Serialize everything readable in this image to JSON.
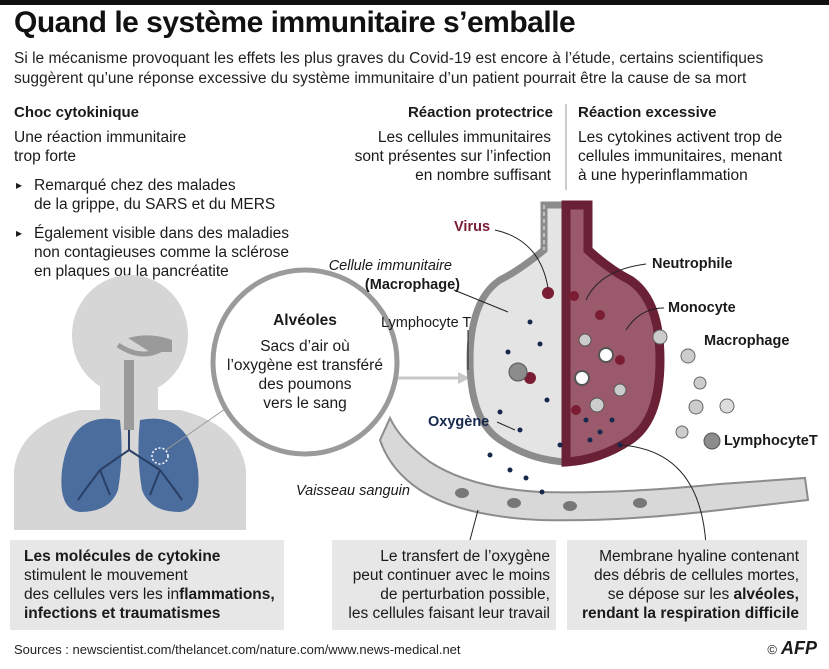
{
  "title": "Quand le système immunitaire s’emballe",
  "subtitle": {
    "line1": "Si le mécanisme provoquant les effets les plus graves du Covid-19 est encore à l’étude, certains scientifiques",
    "line2": "suggèrent qu’une réponse excessive du système immunitaire d’un patient pourrait être la cause de sa mort"
  },
  "left": {
    "heading": "Choc cytokinique",
    "text": [
      "Une réaction immunitaire",
      "trop forte"
    ],
    "bullet1": [
      "Remarqué chez des malades",
      "de la grippe, du SARS et du MERS"
    ],
    "bullet2": [
      "Également visible dans des maladies",
      "non contagieuses comme la sclérose",
      "en plaques ou la pancréatite"
    ]
  },
  "protective": {
    "heading": "Réaction protectrice",
    "text": [
      "Les cellules immunitaires",
      "sont présentes sur l’infection",
      "en nombre suffisant"
    ]
  },
  "excessive": {
    "heading": "Réaction excessive",
    "text": [
      "Les cytokines activent trop de",
      "cellules immunitaires, menant",
      "à une hyperinflammation"
    ]
  },
  "alveoles": {
    "heading": "Alvéoles",
    "text": [
      "Sacs d’air où",
      "l’oxygène est transféré",
      "des poumons",
      "vers le sang"
    ]
  },
  "labels": {
    "virus": "Virus",
    "cellule": "Cellule immunitaire",
    "macrophage_paren": "(Macrophage)",
    "lymphocyte_t": "Lymphocyte T",
    "oxygene": "Oxygène",
    "vaisseau": "Vaisseau sanguin",
    "neutrophile": "Neutrophile",
    "monocyte": "Monocyte",
    "macrophage": "Macrophage",
    "lymphocyteT": "LymphocyteT"
  },
  "box1": {
    "l1": "Les molécules de cytokine",
    "l2": "stimulent le mouvement",
    "l3a": "des cellules vers les in",
    "l3b": "flammations,",
    "l4": "infections et traumatismes"
  },
  "box2": [
    "Le transfert de l’oxygène",
    "peut continuer avec le moins",
    "de perturbation possible,",
    "les cellules faisant leur travail"
  ],
  "box3": {
    "l1": "Membrane hyaline contenant",
    "l2": "des débris de cellules mortes,",
    "l3a": "se dépose sur les ",
    "l3b": "alvéoles,",
    "l4": "rendant la respiration difficile"
  },
  "sources": "Sources : newscientist.com/thelancet.com/nature.com/www.news-medical.net",
  "credit": {
    "copyright": "©",
    "logo": "AFP"
  },
  "colors": {
    "alveolus_left": "#e4e4e4",
    "alveolus_right": "#9b5a6b",
    "virus": "#7a1c32",
    "oxygen": "#17284d",
    "lung": "#4a6d9e"
  }
}
